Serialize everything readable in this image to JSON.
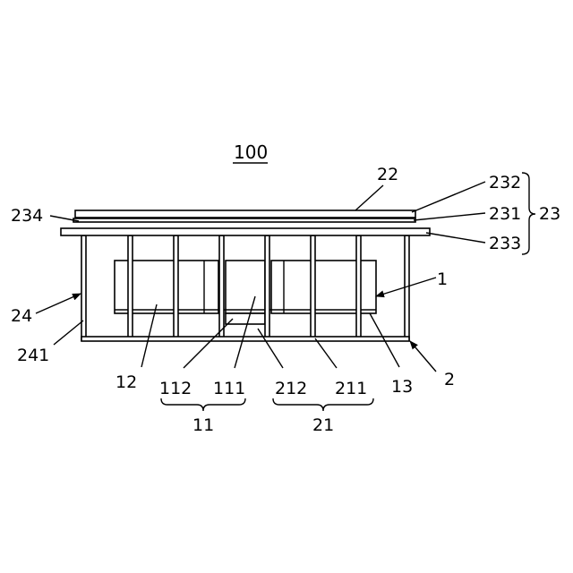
{
  "figure": {
    "title": "100",
    "labels": {
      "l22": "22",
      "l232": "232",
      "l231": "231",
      "l233": "233",
      "l23": "23",
      "l234": "234",
      "l24": "24",
      "l241": "241",
      "l1": "1",
      "l2": "2",
      "l12": "12",
      "l112": "112",
      "l111": "111",
      "l212": "212",
      "l211": "211",
      "l13": "13",
      "l11": "11",
      "l21": "21"
    }
  }
}
